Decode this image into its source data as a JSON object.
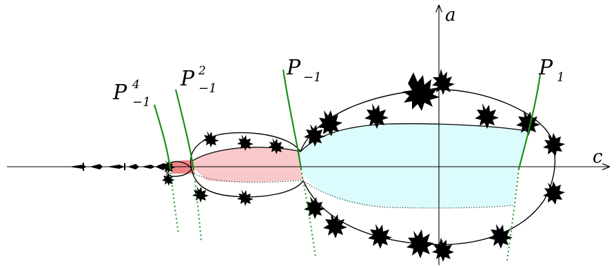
{
  "axes": {
    "x_label": "c",
    "y_label": "a"
  },
  "curves": [
    {
      "id": "P1",
      "main": "P",
      "sub": "1",
      "sup": ""
    },
    {
      "id": "Pm1",
      "main": "P",
      "sub": "−1",
      "sup": ""
    },
    {
      "id": "Pm1_2",
      "main": "P",
      "sub": "−1",
      "sup": "2"
    },
    {
      "id": "Pm1_4",
      "main": "P",
      "sub": "−1",
      "sup": "4"
    }
  ],
  "colors": {
    "curve": "#1a8f1a",
    "main_region": "#dcfbfc",
    "period2_region": "#f9c8c8",
    "period4_region": "#f08585",
    "fractal": "#000000"
  }
}
